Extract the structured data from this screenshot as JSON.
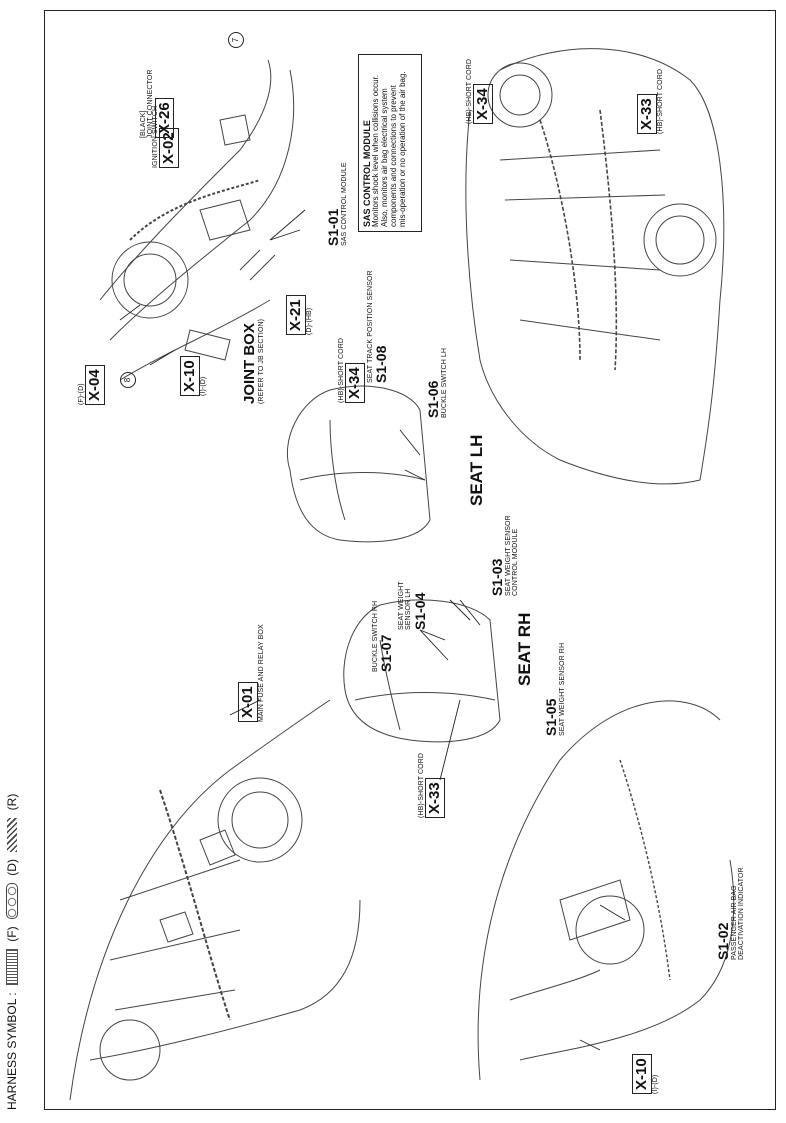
{
  "harness_symbol": {
    "label": "HARNESS SYMBOL :",
    "f": "(F)",
    "d": "(D)",
    "r": "(R)"
  },
  "callouts": {
    "x01": {
      "code": "X-01",
      "desc": "MAIN FUSE AND RELAY BOX"
    },
    "x02": {
      "code": "X-02",
      "desc": "IGNITION SWITCH"
    },
    "x26": {
      "code": "X-26",
      "desc1": "[BLACK]",
      "desc2": "JOINT CONNECTOR"
    },
    "x04": {
      "code": "X-04",
      "sub": "(F)-(D)"
    },
    "x10a": {
      "code": "X-10",
      "sub": "(I)-(D)"
    },
    "x10b": {
      "code": "X-10",
      "sub": "(I)-(D)"
    },
    "x21": {
      "code": "X-21",
      "sub": "(D)-(HB)"
    },
    "x33a": {
      "code": "X-33",
      "sub": "(HB)-SHORT CORD"
    },
    "x33b": {
      "code": "X-33",
      "sub": "(HB)-SHORT CORD"
    },
    "x34a": {
      "code": "X-34",
      "sub": "(HB)-SHORT CORD"
    },
    "x34b": {
      "code": "X-34",
      "sub": "(HB)-SHORT CORD"
    },
    "s101": {
      "code": "S1-01",
      "desc": "SAS CONTROL MODULE"
    },
    "s102": {
      "code": "S1-02",
      "desc1": "PASSENGER AIR BAG",
      "desc2": "DEACTIVATION INDICATOR"
    },
    "s103": {
      "code": "S1-03",
      "desc1": "SEAT WEIGHT SENSOR",
      "desc2": "CONTROL MODULE"
    },
    "s104": {
      "code": "S1-04",
      "desc1": "SEAT WEIGHT",
      "desc2": "SENSOR LH"
    },
    "s105": {
      "code": "S1-05",
      "desc": "SEAT WEIGHT SENSOR RH"
    },
    "s106": {
      "code": "S1-06",
      "desc": "BUCKLE SWITCH LH"
    },
    "s107": {
      "code": "S1-07",
      "desc": "BUCKLE SWITCH RH"
    },
    "s108": {
      "code": "S1-08",
      "desc": "SEAT TRACK POSITION SENSOR"
    }
  },
  "joint_box": {
    "title": "JOINT BOX",
    "ref": "(REFER TO JB SECTION)"
  },
  "seat_lh": "SEAT LH",
  "seat_rh": "SEAT RH",
  "circle_7": "7",
  "circle_8": "8",
  "sas_box": {
    "title": "SAS CONTROL MODULE",
    "lines": [
      "Monitors shock level when collisions occur.",
      "Also, monitors air bag electrical system",
      "components and connections to prevent",
      "mis-operation or no operation of the air bag."
    ]
  }
}
